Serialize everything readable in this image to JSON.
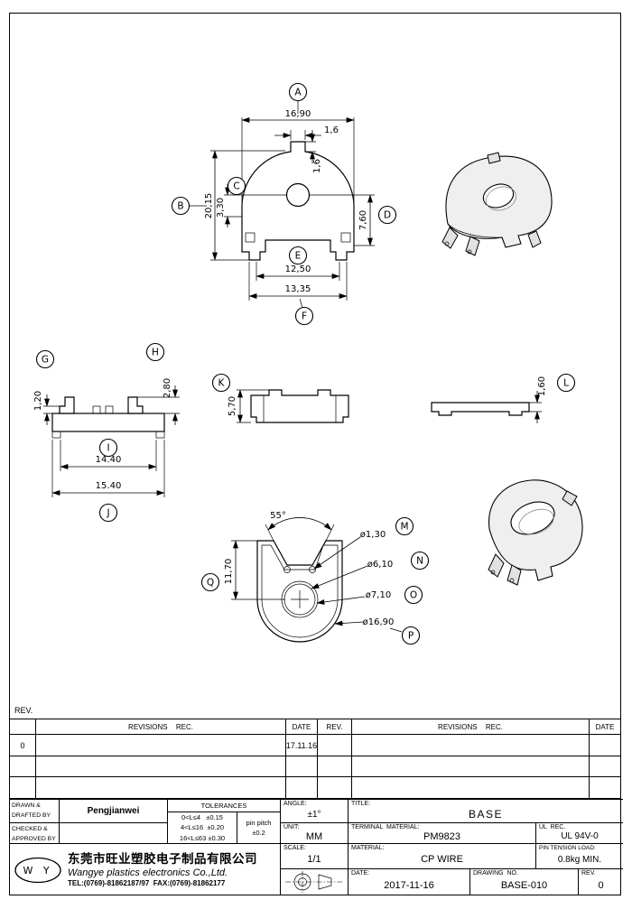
{
  "drawing": {
    "balloons": {
      "a": "A",
      "b": "B",
      "c": "C",
      "d": "D",
      "e": "E",
      "f": "F",
      "g": "G",
      "h": "H",
      "i": "I",
      "j": "J",
      "k": "K",
      "l": "L",
      "m": "M",
      "n": "N",
      "o": "O",
      "p": "P",
      "q": "Q"
    },
    "dims": {
      "front_width": "16,90",
      "front_tab_width": "1,6",
      "front_tab_depth": "1,6",
      "front_height": "20,15",
      "front_hole_offset": "3,30",
      "front_pin_offset": "7,60",
      "front_pin_span": "12,50",
      "front_base_width": "13,35",
      "side_step": "1,20",
      "side_post": "2,80",
      "side_inner_width": "14.40",
      "side_outer_width": "15.40",
      "profile_height": "5,70",
      "plate_thickness": "1,60",
      "bottom_angle": "55°",
      "dia_pin": "ø1,30",
      "dia_inner": "ø6,10",
      "dia_mid": "ø7,10",
      "dia_outer": "ø16,90",
      "bottom_depth": "11,70"
    }
  },
  "rev_area": {
    "label": "REV.",
    "left": {
      "revisions_header": "REVISIONS REC.",
      "date_header": "DATE"
    },
    "right": {
      "rev_header": "REV.",
      "revisions_header": "REVISIONS REC.",
      "date_header": "DATE"
    },
    "rows": [
      {
        "rev": "0",
        "revision": "",
        "date": "17.11.16"
      }
    ]
  },
  "title_block": {
    "drawn_label_1": "DRAWN &",
    "drawn_label_2": "DRAFTED BY",
    "drawn_value": "Pengjianwei",
    "checked_label_1": "CHECKED &",
    "checked_label_2": "APPROVED BY",
    "tolerances": {
      "header": "TOLERANCES",
      "rows": [
        "0<L≤4   ±0.15",
        "4<L≤16  ±0.20",
        "16<L≤63 ±0.30"
      ],
      "pin_pitch_label": "pin pitch",
      "pin_pitch_value": "±0.2"
    },
    "angle_label": "ANGLE:",
    "angle_value": "±1°",
    "unit_label": "UNIT:",
    "unit_value": "MM",
    "scale_label": "SCALE:",
    "scale_value": "1/1",
    "title_label": "TITLE:",
    "title_value": "BASE",
    "terminal_label": "TERMINAL  MATERIAL:",
    "terminal_value": "PM9823",
    "ul_label": "UL  REC.",
    "ul_value": "UL 94V-0",
    "material_label": "MATERIAL:",
    "material_value": "CP WIRE",
    "pin_tension_label": "PIN TENSION LOAD:",
    "pin_tension_value": "0.8kg MIN.",
    "date_label": "DATE:",
    "date_value": "2017-11-16",
    "drawing_no_label": "DRAWING  NO.",
    "drawing_no_value": "BASE-010",
    "rev_label": "REV.",
    "rev_value": "0",
    "company": {
      "logo": "W Y",
      "name_cn": "东莞市旺业塑胶电子制品有限公司",
      "name_en": "Wangye plastics electronics Co.,Ltd.",
      "tel": "TEL:(0769)-81862187/97  FAX:(0769)-81862177"
    }
  }
}
